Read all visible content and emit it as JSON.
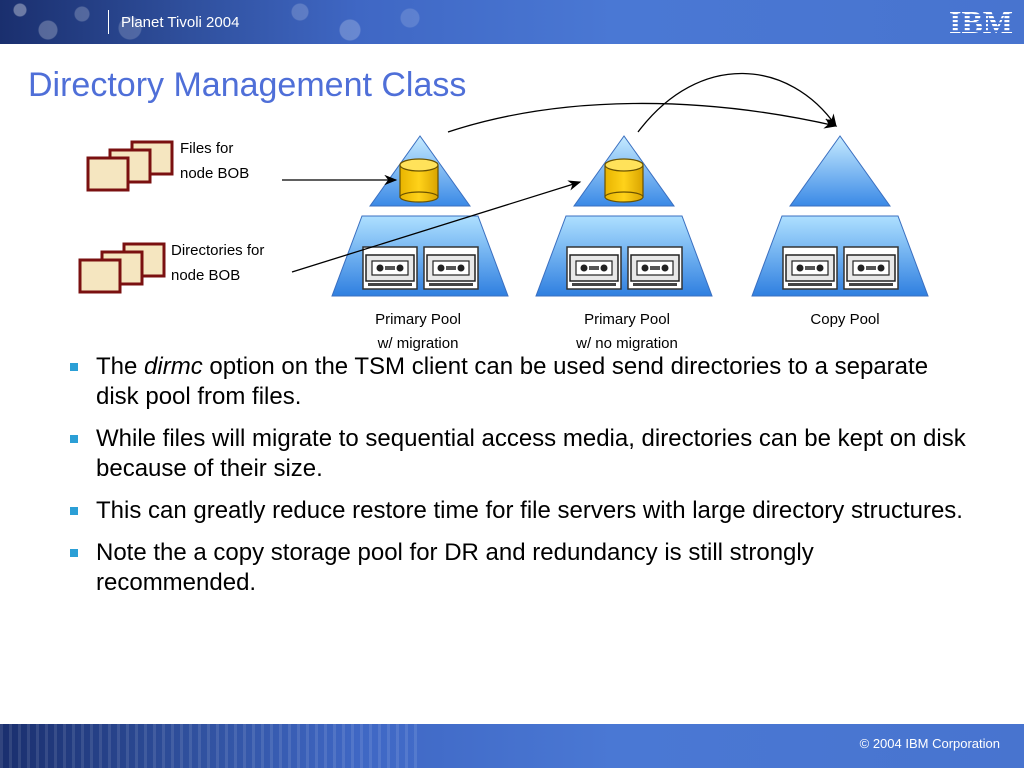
{
  "header": {
    "conference": "Planet Tivoli 2004",
    "logo_text": "IBM"
  },
  "slide": {
    "title": "Directory Management Class"
  },
  "diagram": {
    "files_label_line1": "Files for",
    "files_label_line2": "node BOB",
    "dirs_label_line1": "Directories for",
    "dirs_label_line2": "node BOB",
    "pools": [
      {
        "line1": "Primary Pool",
        "line2": "w/ migration"
      },
      {
        "line1": "Primary Pool",
        "line2": "w/ no migration"
      },
      {
        "line1": "Copy Pool",
        "line2": ""
      }
    ]
  },
  "bullets": [
    {
      "before": "The ",
      "emph": "dirmc",
      "after": " option on the TSM client can be used send directories to a separate disk pool from files."
    },
    {
      "text": "While files will migrate to sequential access media, directories can be kept on disk because of their size."
    },
    {
      "text": "This can greatly reduce restore time for file servers with large directory structures."
    },
    {
      "text": "Note the a copy storage pool for DR and redundancy is still strongly recommended."
    }
  ],
  "footer": {
    "copyright": "© 2004 IBM Corporation"
  },
  "colors": {
    "title": "#4f6fd8",
    "bullet": "#2b9fd6",
    "pyramid": "#4a90e2",
    "disk": "#f5c400"
  }
}
